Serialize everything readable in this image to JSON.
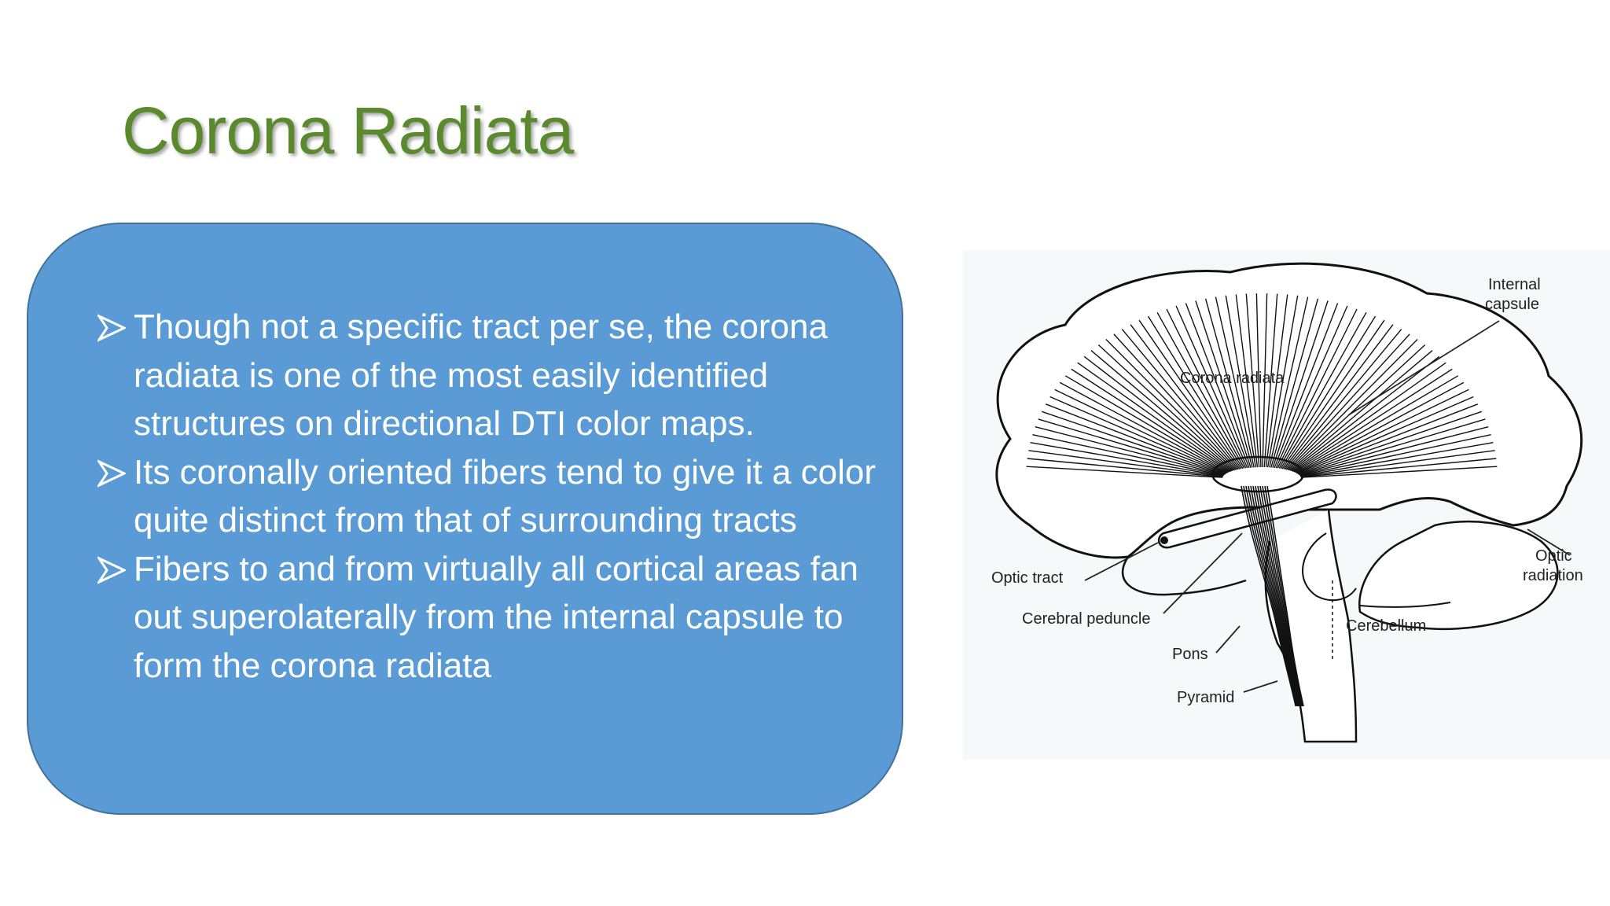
{
  "slide": {
    "title": "Corona Radiata",
    "bullets": [
      "Though not a specific tract per se, the corona radiata is one of the most easily identified structures on directional DTI color maps.",
      "Its coronally oriented fibers tend to give it a color quite distinct from that of surrounding tracts",
      "Fibers to and from virtually all cortical areas fan out superolaterally from the internal capsule to form the corona radiata"
    ]
  },
  "figure": {
    "labels": {
      "internal_capsule_1": "Internal",
      "internal_capsule_2": "capsule",
      "corona_radiata": "Corona radiata",
      "optic_radiation_1": "Optic",
      "optic_radiation_2": "radiation",
      "optic_tract": "Optic tract",
      "cerebral_peduncle": "Cerebral peduncle",
      "cerebellum": "Cerebellum",
      "pons": "Pons",
      "pyramid": "Pyramid"
    }
  },
  "colors": {
    "title": "#5b8a2e",
    "box_fill": "#5b9bd5",
    "box_border": "#41719c",
    "bullet_text": "#ffffff"
  }
}
